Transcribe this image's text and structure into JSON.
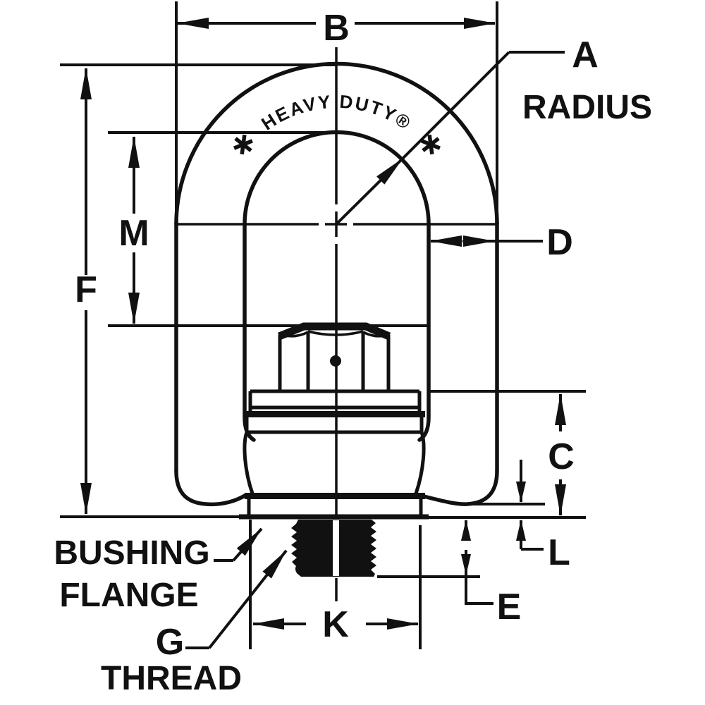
{
  "drawing": {
    "kind": "hoist-ring-dimensional-diagram",
    "colors": {
      "ink": "#111111",
      "background": "#ffffff"
    },
    "marking": "HEAVY DUTY®",
    "labels": {
      "b": "B",
      "a": "A",
      "radius": "RADIUS",
      "f": "F",
      "m": "M",
      "d": "D",
      "c": "C",
      "l": "L",
      "e": "E",
      "k": "K",
      "g": "G",
      "bushing": "BUSHING",
      "flange": "FLANGE",
      "thread": "THREAD"
    },
    "dimension_letters_shown": [
      "B",
      "A",
      "F",
      "M",
      "D",
      "C",
      "L",
      "E",
      "K",
      "G"
    ],
    "callouts_shown": [
      "A RADIUS",
      "BUSHING FLANGE",
      "G THREAD"
    ]
  }
}
